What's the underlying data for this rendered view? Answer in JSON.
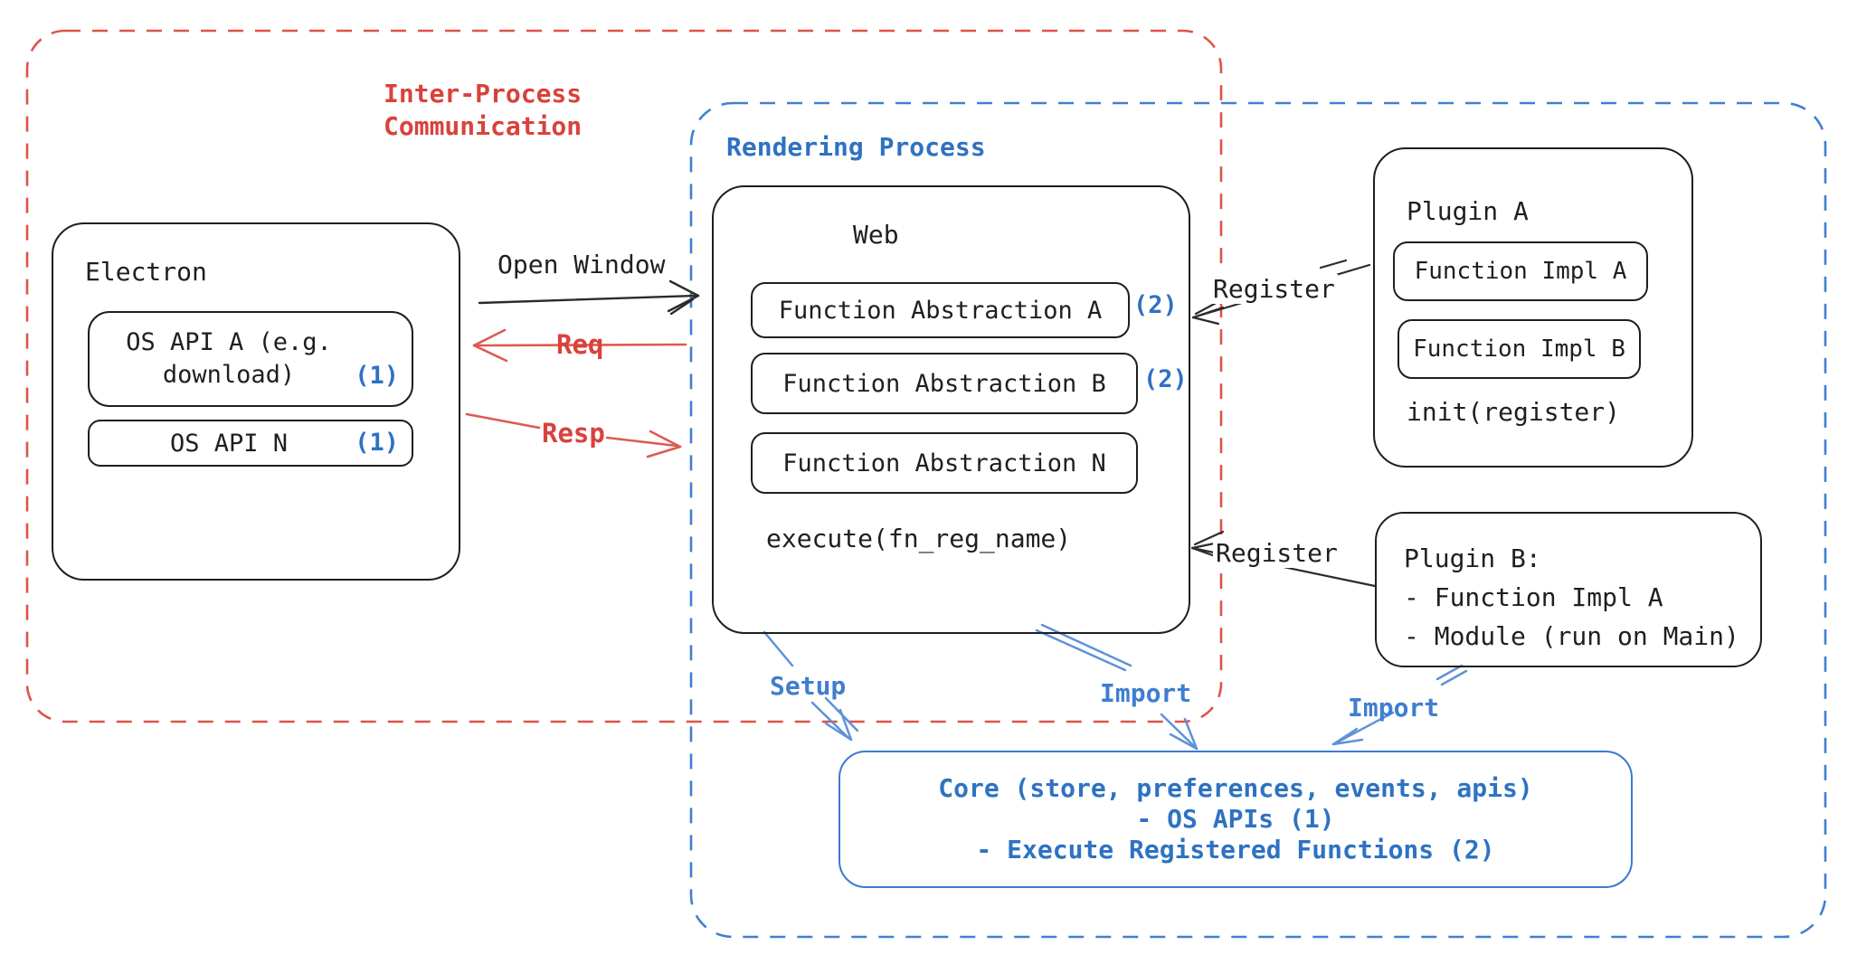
{
  "diagram_title": "Electron plugin architecture diagram",
  "colors": {
    "ink": "#1e1e1e",
    "red_accent": "#d8423c",
    "red_stroke": "#dd544a",
    "blue_accent": "#2e72c2",
    "blue_stroke": "#4080d0",
    "blue_arrow": "#5e92d8"
  },
  "boundaries": {
    "ipc_label_line1": "Inter-Process",
    "ipc_label_line2": "Communication",
    "rendering_label": "Rendering Process"
  },
  "electron": {
    "title": "Electron",
    "api_a_line1": "OS API A (e.g.",
    "api_a_line2": "download)",
    "api_a_badge": "(1)",
    "api_n": "OS API N",
    "api_n_badge": "(1)"
  },
  "web": {
    "title": "Web",
    "items": [
      {
        "label": "Function Abstraction A",
        "badge": "(2)"
      },
      {
        "label": "Function Abstraction B",
        "badge": "(2)"
      },
      {
        "label": "Function Abstraction N",
        "badge": ""
      }
    ],
    "execute": "execute(fn_reg_name)"
  },
  "plugin_a": {
    "title": "Plugin A",
    "impl_a": "Function Impl A",
    "impl_b": "Function Impl B",
    "init": "init(register)"
  },
  "plugin_b": {
    "title": "Plugin B:",
    "item1": "- Function Impl A",
    "item2": "- Module (run on Main)"
  },
  "core": {
    "line1": "Core (store, preferences, events, apis)",
    "line2": "- OS APIs (1)",
    "line3": "- Execute Registered Functions (2)"
  },
  "arrows": {
    "open_window": "Open Window",
    "req": "Req",
    "resp": "Resp",
    "register_a": "Register",
    "register_b": "Register",
    "setup": "Setup",
    "import_web": "Import",
    "import_plugin_b": "Import"
  }
}
